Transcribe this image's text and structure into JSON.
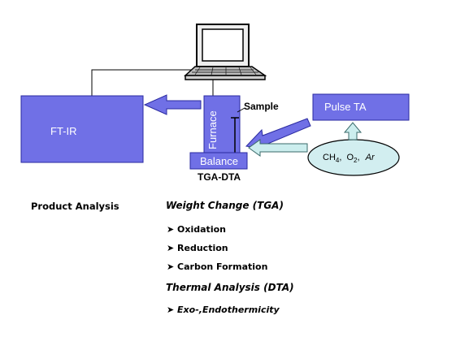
{
  "colors": {
    "box_fill": "#7070e6",
    "box_stroke": "#2a2aa0",
    "arrow_fill": "#7070e6",
    "cyan_arrow_fill": "#cceeee",
    "cyan_arrow_stroke": "#3a6a6a",
    "ellipse_fill": "#d2eef0"
  },
  "icons": {
    "computer": "laptop-icon"
  },
  "diagram": {
    "ftir_label": "FT-IR",
    "furnace_label": "Furnace",
    "sample_label": "Sample",
    "balance_label": "Balance",
    "pulse_label": "Pulse TA",
    "gas_ch4": "CH",
    "gas_ch4_sub": "4",
    "gas_o2": "O",
    "gas_o2_sub": "2",
    "gas_ar": "Ar",
    "instrument_label": "TGA-DTA"
  },
  "analysis": {
    "product_heading": "Product Analysis",
    "tga_heading": "Weight Change (TGA)",
    "tga_items": [
      "Oxidation",
      "Reduction",
      "Carbon Formation"
    ],
    "dta_heading": "Thermal Analysis (DTA)",
    "dta_items": [
      "Exo-,Endothermicity"
    ]
  }
}
